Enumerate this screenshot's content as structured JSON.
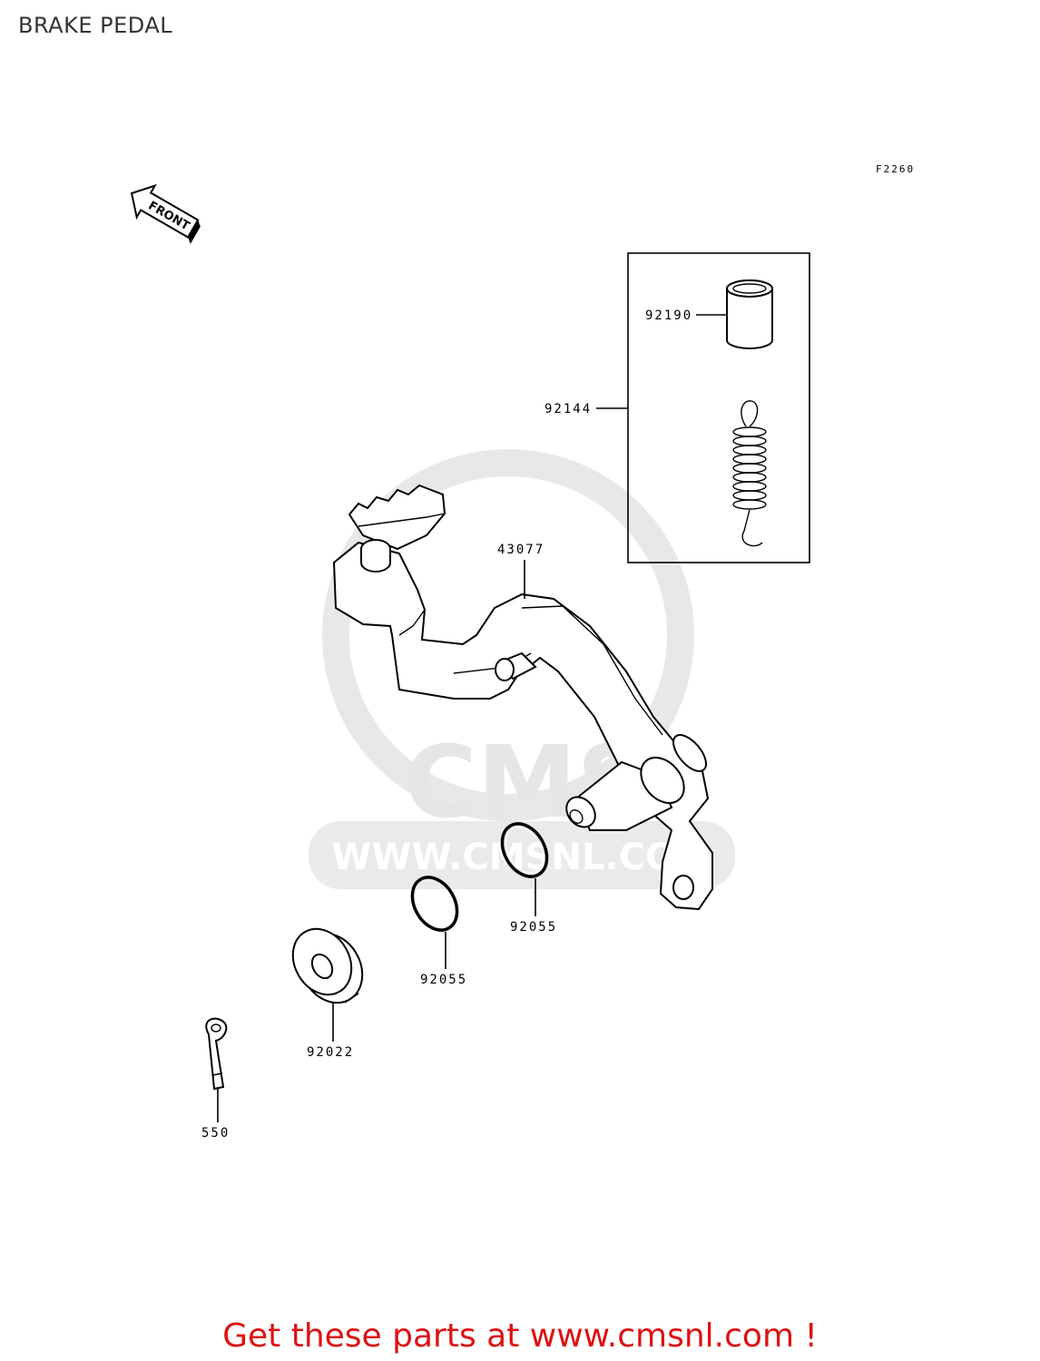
{
  "title": "BRAKE PEDAL",
  "figure_code": "F2260",
  "front_label": "FRONT",
  "watermark": {
    "logo_text": "CMS",
    "url_text": "WWW.CMSNL.COM",
    "color": "#e4e4e4"
  },
  "callouts": {
    "c92190": "92190",
    "c92144": "92144",
    "c43077": "43077",
    "c92055_a": "92055",
    "c92055_b": "92055",
    "c92022": "92022",
    "c550": "550"
  },
  "promo_text": "Get these parts at www.cmsnl.com !",
  "promo_color": "#dd1111"
}
